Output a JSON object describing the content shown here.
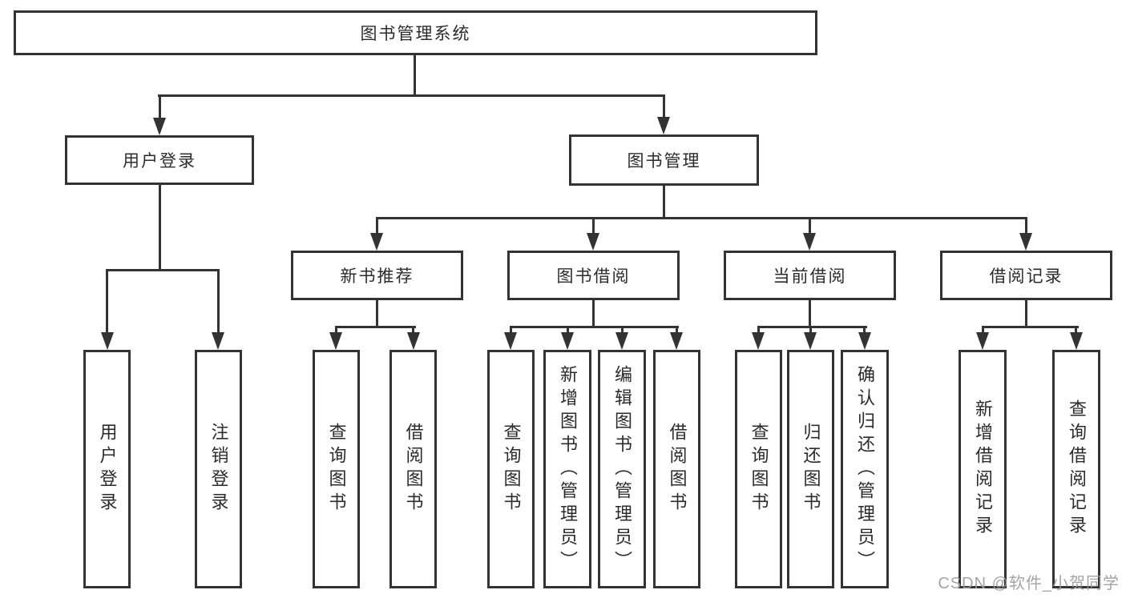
{
  "diagram": {
    "type": "hierarchy-tree",
    "title": "图书管理系统"
  },
  "tree": {
    "label": "图书管理系统",
    "children": [
      {
        "label": "用户登录",
        "children": [
          {
            "label": "用户登录"
          },
          {
            "label": "注销登录"
          }
        ]
      },
      {
        "label": "图书管理",
        "children": [
          {
            "label": "新书推荐",
            "children": [
              {
                "label": "查询图书"
              },
              {
                "label": "借阅图书"
              }
            ]
          },
          {
            "label": "图书借阅",
            "children": [
              {
                "label": "查询图书"
              },
              {
                "label": "新增图书（管理员）"
              },
              {
                "label": "编辑图书（管理员）"
              },
              {
                "label": "借阅图书"
              }
            ]
          },
          {
            "label": "当前借阅",
            "children": [
              {
                "label": "查询图书"
              },
              {
                "label": "归还图书"
              },
              {
                "label": "确认归还（管理员）"
              }
            ]
          },
          {
            "label": "借阅记录",
            "children": [
              {
                "label": "新增借阅记录"
              },
              {
                "label": "查询借阅记录"
              }
            ]
          }
        ]
      }
    ]
  },
  "watermark": {
    "text": "CSDN @软件_小贺同学"
  },
  "colors": {
    "line": "#333333",
    "box_border": "#333333",
    "box_fill": "#ffffff",
    "text": "#2b2b2b",
    "watermark": "#9b9b9b",
    "background": "#ffffff"
  }
}
